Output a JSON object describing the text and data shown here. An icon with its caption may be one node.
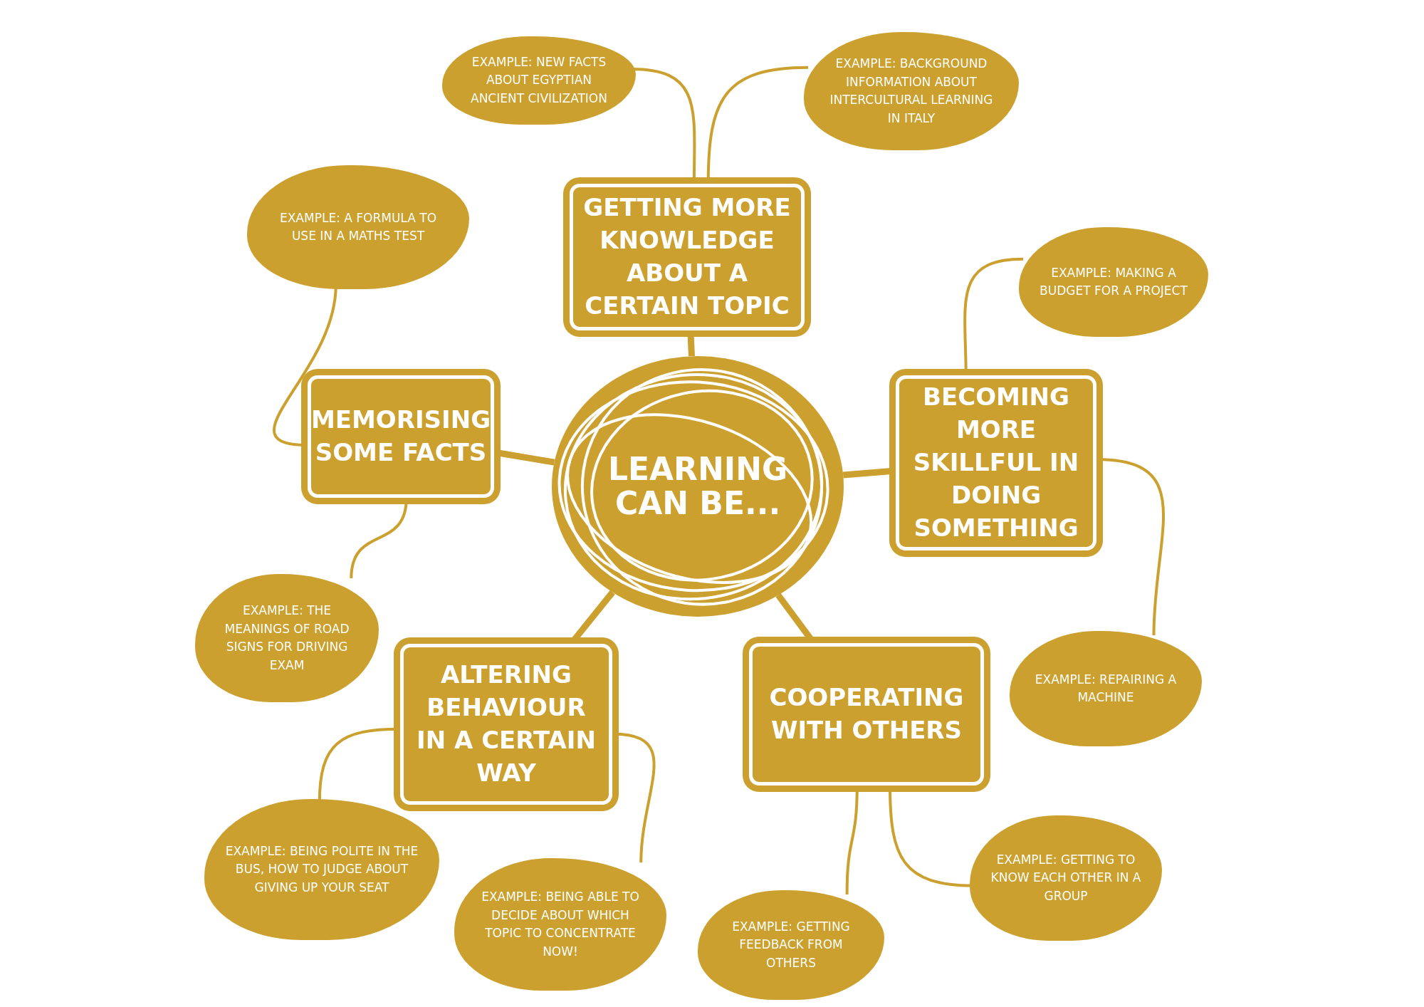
{
  "diagram": {
    "nodes": [
      {
        "text": [
          "LEARNING CAN BE..."
        ]
      },
      {
        "text": [
          "GETTING MORE KNOWLEDGE ABOUT A CERTAIN TOPIC"
        ]
      },
      {
        "text": [
          "MEMORISING SOME FACTS"
        ]
      },
      {
        "text": [
          "BECOMING MORE SKILLFUL IN DOING SOMETHING"
        ]
      },
      {
        "text": [
          "ALTERING BEHAVIOUR IN A CERTAIN WAY"
        ]
      },
      {
        "text": [
          "COOPERATING WITH OTHERS"
        ]
      },
      {
        "text": [
          "EXAMPLE: NEW FACTS ABOUT EGYPTIAN ANCIENT CIVILIZATION"
        ]
      },
      {
        "text": [
          "EXAMPLE: BACKGROUND INFORMATION ABOUT INTERCULTURAL LEARNING IN ITALY"
        ]
      },
      {
        "text": [
          "EXAMPLE: A FORMULA TO USE IN A MATHS TEST"
        ]
      },
      {
        "text": [
          "EXAMPLE: MAKING A BUDGET FOR A PROJECT"
        ]
      },
      {
        "text": [
          "EXAMPLE: THE MEANINGS OF ROAD SIGNS FOR DRIVING EXAM"
        ]
      },
      {
        "text": [
          "EXAMPLE: REPAIRING A MACHINE"
        ]
      },
      {
        "text": [
          "EXAMPLE: BEING POLITE IN THE BUS, HOW TO JUDGE ABOUT GIVING UP YOUR SEAT"
        ]
      },
      {
        "text": [
          "EXAMPLE: BEING ABLE TO DECIDE ABOUT WHICH TOPIC TO CONCENTRATE NOW!"
        ]
      },
      {
        "text": [
          "EXAMPLE: GETTING FEEDBACK FROM OTHERS"
        ]
      },
      {
        "text": [
          "EXAMPLE: GETTING TO KNOW EACH OTHER IN A GROUP"
        ]
      }
    ],
    "edges": [
      {
        "from": 0,
        "to": 1,
        "arrow": "none",
        "style": "thick"
      },
      {
        "from": 0,
        "to": 2,
        "arrow": "none",
        "style": "thick"
      },
      {
        "from": 0,
        "to": 3,
        "arrow": "none",
        "style": "thick"
      },
      {
        "from": 0,
        "to": 4,
        "arrow": "none",
        "style": "thick"
      },
      {
        "from": 0,
        "to": 5,
        "arrow": "none",
        "style": "thick"
      },
      {
        "from": 1,
        "to": 6,
        "arrow": "none"
      },
      {
        "from": 1,
        "to": 7,
        "arrow": "none"
      },
      {
        "from": 2,
        "to": 8,
        "arrow": "none"
      },
      {
        "from": 2,
        "to": 10,
        "arrow": "none"
      },
      {
        "from": 3,
        "to": 9,
        "arrow": "none"
      },
      {
        "from": 3,
        "to": 11,
        "arrow": "none"
      },
      {
        "from": 4,
        "to": 12,
        "arrow": "none"
      },
      {
        "from": 4,
        "to": 13,
        "arrow": "none"
      },
      {
        "from": 5,
        "to": 14,
        "arrow": "none"
      },
      {
        "from": 5,
        "to": 15,
        "arrow": "none"
      }
    ]
  }
}
